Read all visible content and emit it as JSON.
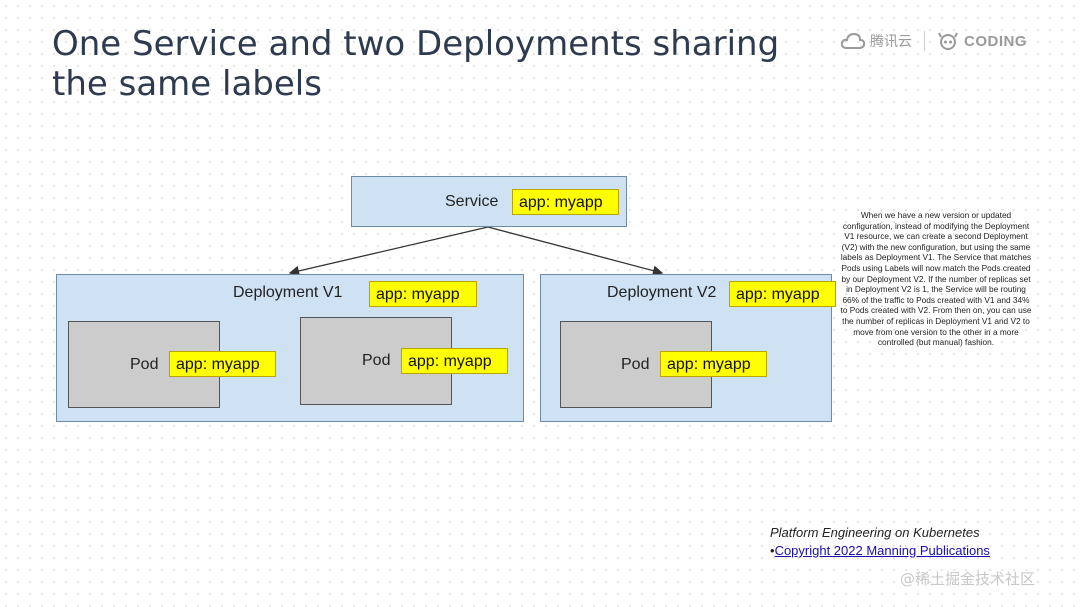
{
  "slide": {
    "title": "One Service and two Deployments sharing the same labels"
  },
  "brand": {
    "tencent_label": "腾讯云",
    "coding_label": "CODING"
  },
  "diagram": {
    "service_label": "Service",
    "deployment_v1_label": "Deployment V1",
    "deployment_v2_label": "Deployment V2",
    "pod_label": "Pod",
    "tag_label": "app: myapp"
  },
  "description": "When we have a new version or updated configuration, instead of modifying the Deployment V1 resource, we can create a second Deployment (V2) with the new configuration, but using the same labels as Deployment V1. The Service that matches Pods using Labels will now match the Pods created by our Deployment V2. If the number of replicas set in Deployment V2 is 1, the Service will be routing 66% of the traffic to Pods created with V1 and 34% to Pods created with V2. From then on, you can use the number of replicas in Deployment V1 and V2 to move from one version to the other in a more controlled (but manual) fashion.",
  "citation": {
    "book": "Platform Engineering on Kubernetes",
    "bullet": "•",
    "link_text": "Copyright 2022 Manning Publications"
  },
  "watermark": "@稀土掘金技术社区",
  "colors": {
    "box_blue": "#cfe2f3",
    "pod_gray": "#cccccc",
    "tag_yellow": "#ffff00",
    "title_color": "#2e3a4f"
  }
}
